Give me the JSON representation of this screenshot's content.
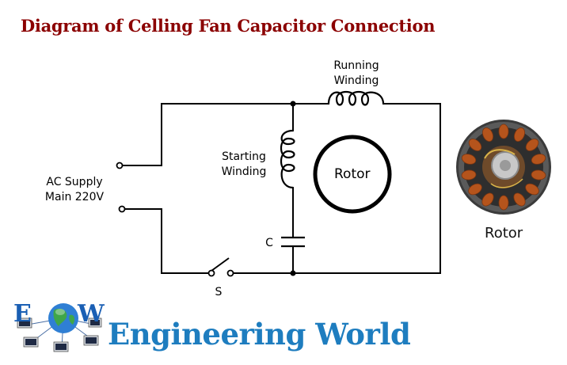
{
  "title": "Diagram of Celling Fan Capacitor Connection",
  "labels": {
    "running_winding_line1": "Running",
    "running_winding_line2": "Winding",
    "starting_winding_line1": "Starting",
    "starting_winding_line2": "Winding",
    "rotor": "Rotor",
    "ac_supply_line1": "AC Supply",
    "ac_supply_line2": "Main 220V",
    "capacitor": "C",
    "switch": "S",
    "photo_rotor": "Rotor"
  },
  "logo": {
    "letters_left": "E",
    "letters_right": "W",
    "brand_name": "Engineering World"
  },
  "colors": {
    "title": "#8b0000",
    "brand": "#1e7dbf",
    "logo_blue": "#1a5fb4",
    "wire": "#000000",
    "coil_copper": "#b5541c",
    "stator_dark": "#4a4a4a"
  }
}
